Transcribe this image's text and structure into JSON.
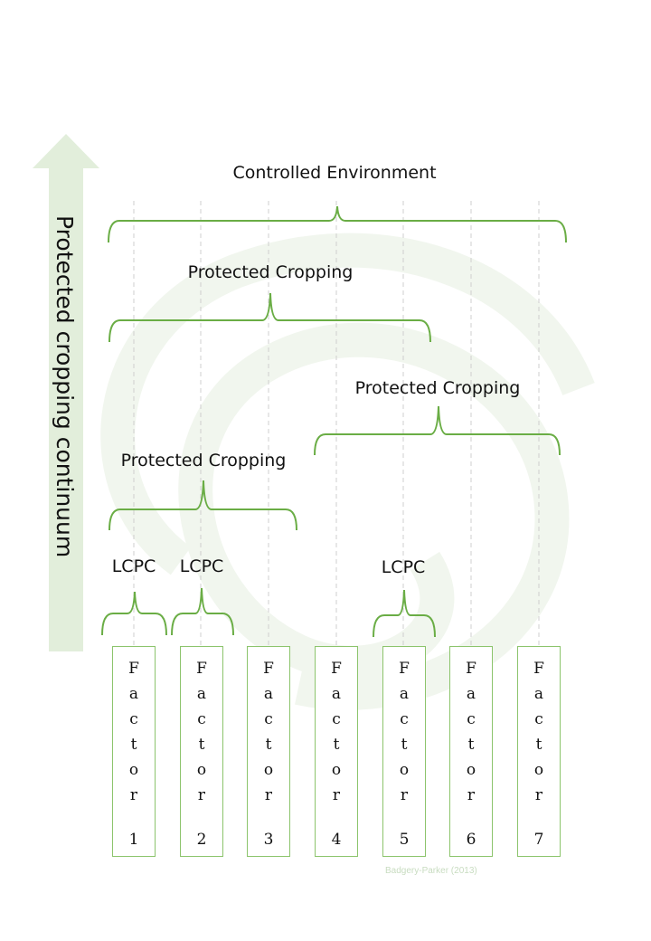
{
  "axis_label": "Protected cropping continuum",
  "top_label": "Controlled Environment",
  "protected_labels": [
    "Protected Cropping",
    "Protected Cropping",
    "Protected Cropping"
  ],
  "lcpc_labels": [
    "LCPC",
    "LCPC",
    "LCPC"
  ],
  "factor_word": [
    "F",
    "a",
    "c",
    "t",
    "o",
    "r"
  ],
  "factors": [
    "1",
    "2",
    "3",
    "4",
    "5",
    "6",
    "7"
  ],
  "credit": "Badgery-Parker (2013)",
  "colors": {
    "bracket": "#6aad45",
    "arrow": "#e2eedb",
    "box_border": "#8cc46c",
    "watermark": "#f1f6ee"
  }
}
